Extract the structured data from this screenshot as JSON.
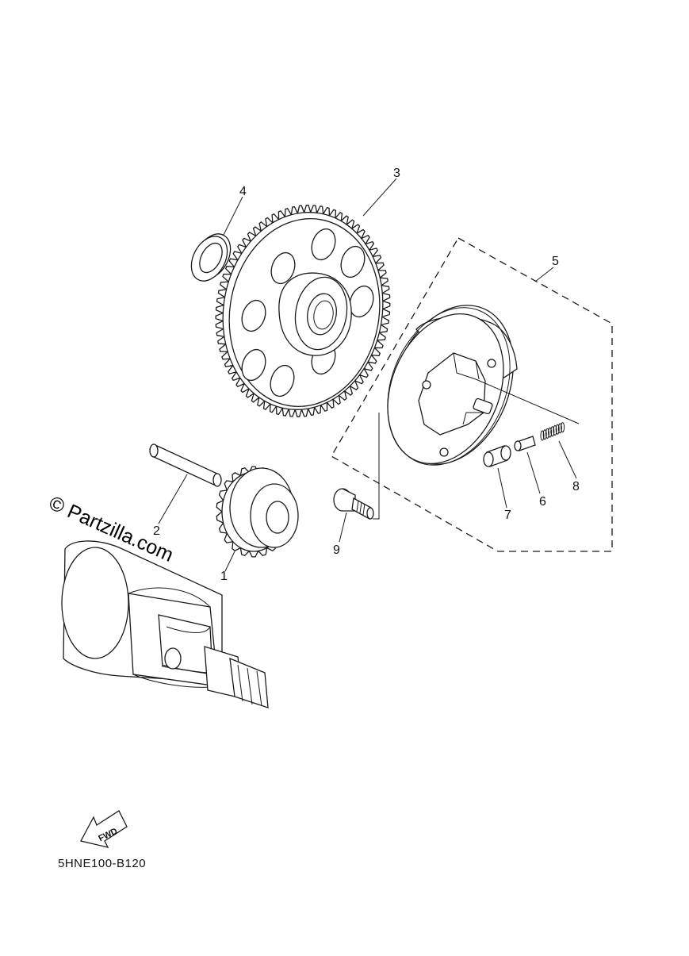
{
  "diagram": {
    "callouts": [
      {
        "id": "1",
        "label": "1"
      },
      {
        "id": "2",
        "label": "2"
      },
      {
        "id": "3",
        "label": "3"
      },
      {
        "id": "4",
        "label": "4"
      },
      {
        "id": "5",
        "label": "5"
      },
      {
        "id": "6",
        "label": "6"
      },
      {
        "id": "7",
        "label": "7"
      },
      {
        "id": "8",
        "label": "8"
      },
      {
        "id": "9",
        "label": "9"
      }
    ],
    "watermark": "© Partzilla.com",
    "fwd_label": "FWD",
    "drawing_code": "5HNE100-B120"
  }
}
